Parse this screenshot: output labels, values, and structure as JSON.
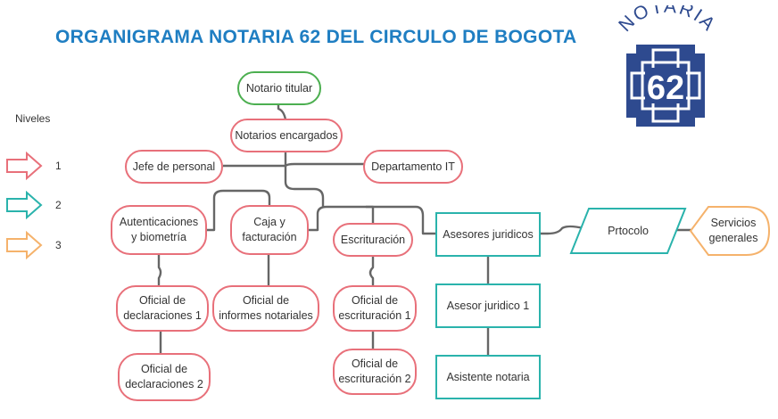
{
  "title": "ORGANIGRAMA  NOTARIA  62 DEL CIRCULO  DE BOGOTA",
  "logo": {
    "text_top": "NOTARIA",
    "number": "62",
    "color": "#2e4a8f"
  },
  "legend": {
    "title": "Niveles",
    "items": [
      {
        "label": "1",
        "color": "#e8707a"
      },
      {
        "label": "2",
        "color": "#2ab3ac"
      },
      {
        "label": "3",
        "color": "#f5b26b"
      }
    ]
  },
  "nodes": {
    "notario_titular": "Notario titular",
    "notarios_encargados": "Notarios encargados",
    "jefe_personal": "Jefe de personal",
    "departamento_it": "Departamento IT",
    "autenticaciones": "Autenticaciones\ny biometría",
    "caja": "Caja y\nfacturación",
    "escrituracion": "Escrituración",
    "asesores": "Asesores juridicos",
    "protocolo": "Prtocolo",
    "servicios": "Servicios\ngenerales",
    "oficial_decl_1": "Oficial de\ndeclaraciones 1",
    "oficial_decl_2": "Oficial de\ndeclaraciones 2",
    "oficial_informes": "Oficial de\ninformes notariales",
    "oficial_escr_1": "Oficial de\nescrituración 1",
    "oficial_escr_2": "Oficial de\nescrituración 2",
    "asesor_1": "Asesor juridico 1",
    "asistente": "Asistente notaria"
  },
  "colors": {
    "title": "#1f7ec2",
    "level1": "#e8707a",
    "level2": "#2ab3ac",
    "level3": "#f5b26b",
    "top": "#4caf50",
    "connector": "#666666"
  }
}
